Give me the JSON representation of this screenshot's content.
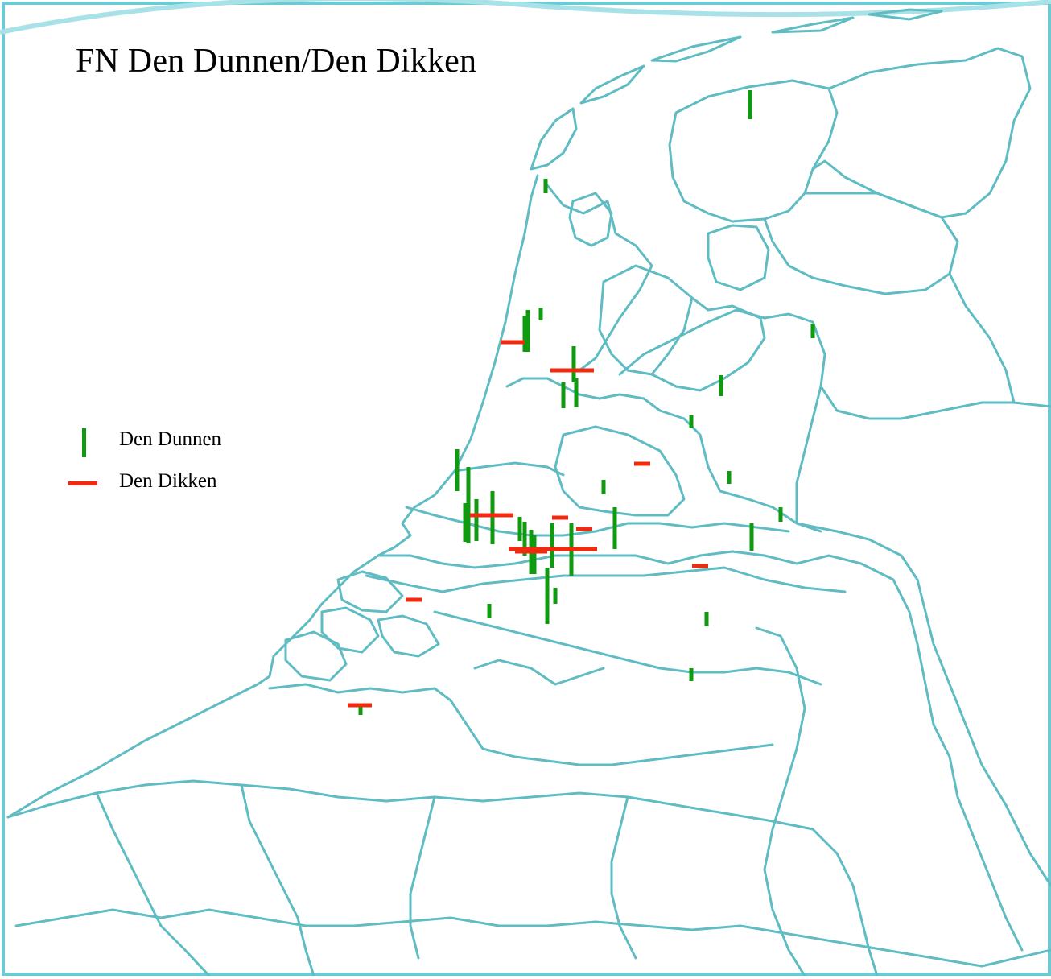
{
  "title": "FN Den Dunnen/Den Dikken",
  "colors": {
    "border": "#5fbcc3",
    "den_dunnen": "#109a10",
    "den_dikken": "#f02a0e",
    "frame": "#6ccad3"
  },
  "legend": [
    {
      "label": "Den Dunnen",
      "symbol": "vertical-bar",
      "color": "#109a10"
    },
    {
      "label": "Den Dikken",
      "symbol": "horizontal-bar",
      "color": "#f02a0e"
    }
  ]
}
